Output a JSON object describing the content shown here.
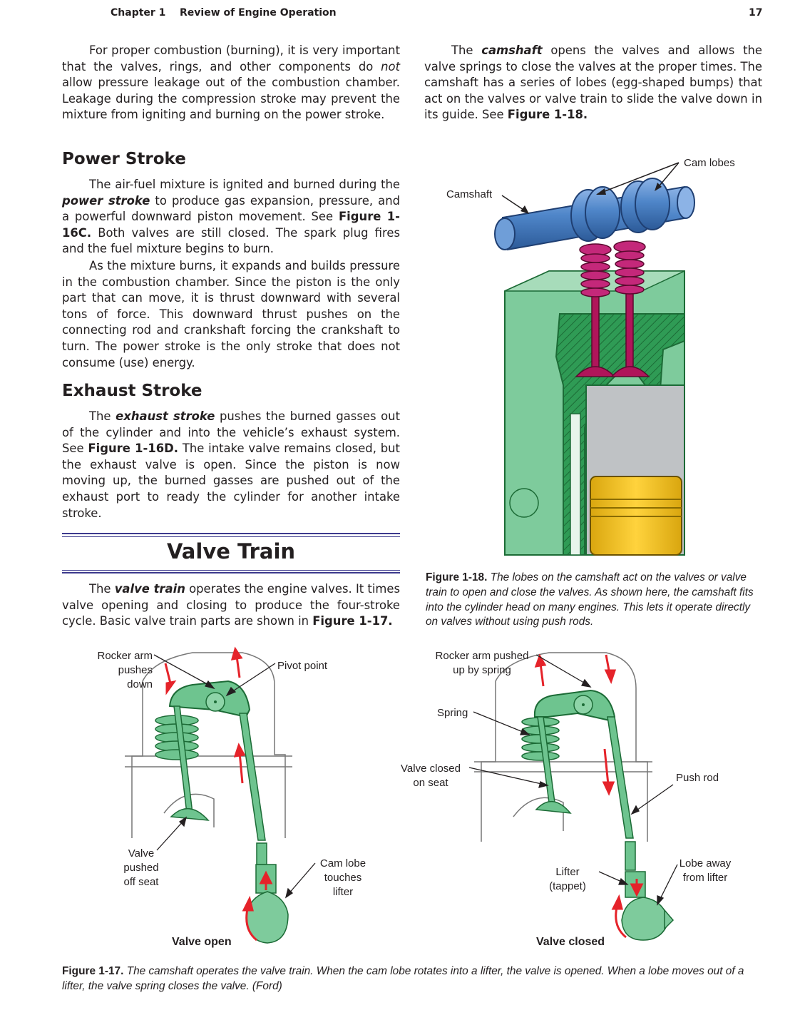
{
  "header": {
    "chapter": "Chapter 1",
    "title": "Review of Engine Operation",
    "page": "17"
  },
  "left_col": {
    "p1_before": "For proper combustion (burning), it is very important that the valves, rings, and other components do ",
    "p1_em": "not",
    "p1_after": " allow pressure leakage out of the combustion chamber. Leakage during the compression stroke may prevent the mixture from igniting and burning on the power stroke.",
    "power_heading": "Power Stroke",
    "power_p1_before": "The air-fuel mixture is ignited and burned during the ",
    "power_p1_term": "power stroke",
    "power_p1_mid": " to produce gas expansion, pressure, and a powerful downward piston movement. See ",
    "power_p1_ref": "Figure 1-16C.",
    "power_p1_after": " Both valves are still closed. The spark plug fires and the fuel mixture begins to burn.",
    "power_p2": "As the mixture burns, it expands and builds pressure in the combustion chamber. Since the piston is the only part that can move, it is thrust downward with several tons of force. This downward thrust pushes on the connecting rod and crankshaft forcing the crankshaft to turn. The power stroke is the only stroke that does not consume (use) energy.",
    "exhaust_heading": "Exhaust Stroke",
    "exhaust_before": "The ",
    "exhaust_term": "exhaust stroke",
    "exhaust_mid": " pushes the burned gasses out of the cylinder and into the vehicle’s exhaust system. See ",
    "exhaust_ref": "Figure 1-16D.",
    "exhaust_after": " The intake valve remains closed, but the exhaust valve is open. Since the piston is now moving up, the burned gasses are pushed out of the exhaust port to ready the cylinder for another intake stroke.",
    "valve_train_heading": "Valve Train",
    "vt_before": "The ",
    "vt_term": "valve train",
    "vt_mid": " operates the engine valves. It times valve opening and closing to produce the four-stroke cycle. Basic valve train parts are shown in ",
    "vt_ref": "Figure 1-17."
  },
  "right_col": {
    "cam_before": "The ",
    "cam_term": "camshaft",
    "cam_after": " opens the valves and allows the valve springs to close the valves at the proper times. The camshaft has a series of lobes (egg-shaped bumps) that act on the valves or valve train to slide the valve down in its guide. See ",
    "cam_ref": "Figure 1-18."
  },
  "fig18": {
    "label_cam_lobes": "Cam lobes",
    "label_camshaft": "Camshaft",
    "caption_num": "Figure 1-18.",
    "caption_text": " The lobes on the camshaft act on the valves or valve train to open and close the valves. As shown here, the camshaft fits into the cylinder head on many engines. This lets it operate directly on valves without using push rods."
  },
  "fig17": {
    "left": {
      "rocker_label": [
        "Rocker arm",
        "pushes",
        "down"
      ],
      "pivot_label": "Pivot point",
      "valve_label": [
        "Valve",
        "pushed",
        "off seat"
      ],
      "cam_label": [
        "Cam lobe",
        "touches",
        "lifter"
      ],
      "title": "Valve open"
    },
    "right": {
      "rocker_label": [
        "Rocker arm pushed",
        "up by spring"
      ],
      "spring_label": "Spring",
      "closed_label": [
        "Valve closed",
        "on seat"
      ],
      "pushrod_label": "Push rod",
      "lifter_label": [
        "Lifter",
        "(tappet)"
      ],
      "lobe_label": [
        "Lobe away",
        "from lifter"
      ],
      "title": "Valve closed"
    },
    "caption_num": "Figure 1-17.",
    "caption_text": " The camshaft operates the valve train. When the cam lobe rotates into a lifter, the valve is opened. When a lobe moves out of a lifter, the valve spring closes the valve. (Ford)"
  },
  "colors": {
    "head_green": "#7ecb9c",
    "part_green": "#6ec48f",
    "camshaft_blue": "#4f86c9",
    "valve_magenta": "#b0155a",
    "piston_yellow": "#f6c41f",
    "arrow_red": "#e5232a",
    "rule_purple": "#3d3a8e"
  }
}
